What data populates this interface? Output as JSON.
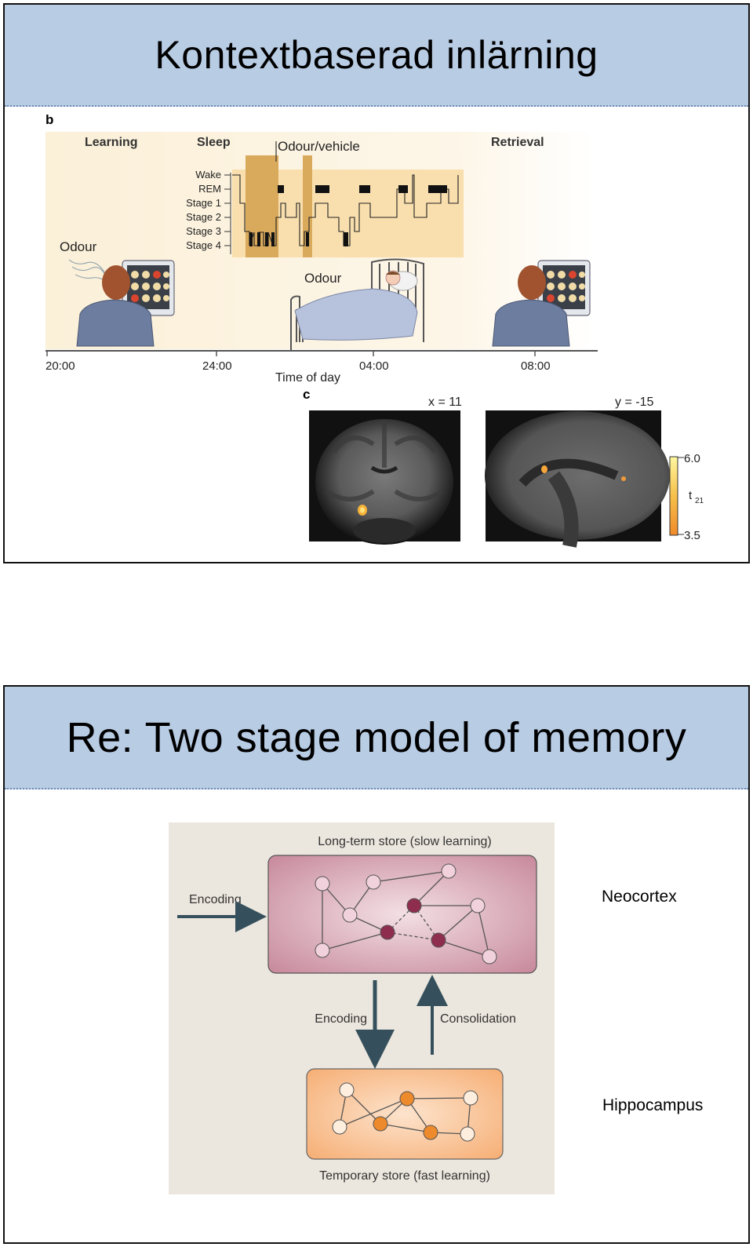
{
  "slide1": {
    "title": "Kontextbaserad inlärning",
    "panel_b": {
      "panel_label": "b",
      "phases": [
        "Learning",
        "Sleep",
        "Retrieval"
      ],
      "stimulus_label": "Odour/vehicle",
      "hypnogram_stages": [
        "Wake",
        "REM",
        "Stage 1",
        "Stage 2",
        "Stage 3",
        "Stage 4"
      ],
      "odour_labels": [
        "Odour",
        "Odour"
      ],
      "time_ticks": [
        "20:00",
        "24:00",
        "04:00",
        "08:00"
      ],
      "x_axis_label": "Time of day"
    },
    "panel_c": {
      "panel_label": "c",
      "coronal_label": "x = 11",
      "sagittal_label": "y = -15",
      "colorbar_max": "6.0",
      "colorbar_min": "3.5",
      "colorbar_stat": "t",
      "colorbar_stat_sub": "21"
    }
  },
  "slide2": {
    "title": "Re: Two stage model of memory",
    "diagram": {
      "long_term_label": "Long-term store (slow learning)",
      "temporary_label": "Temporary store (fast learning)",
      "encoding_in_label": "Encoding",
      "encoding_down_label": "Encoding",
      "consolidation_label": "Consolidation"
    },
    "side_labels": {
      "neocortex": "Neocortex",
      "hippocampus": "Hippocampus"
    }
  },
  "colors": {
    "title_band": "#b8cce4",
    "panel_bg": "#fbf1dc",
    "sleep_bar": "#d9a95c",
    "long_term_box": "#c98fa0",
    "temporary_box": "#f6b47c",
    "arrow": "#35505c"
  },
  "icons": [
    "person-at-monitor-icon",
    "bed-icon",
    "brain-coronal-scan",
    "brain-sagittal-scan",
    "colorbar"
  ]
}
